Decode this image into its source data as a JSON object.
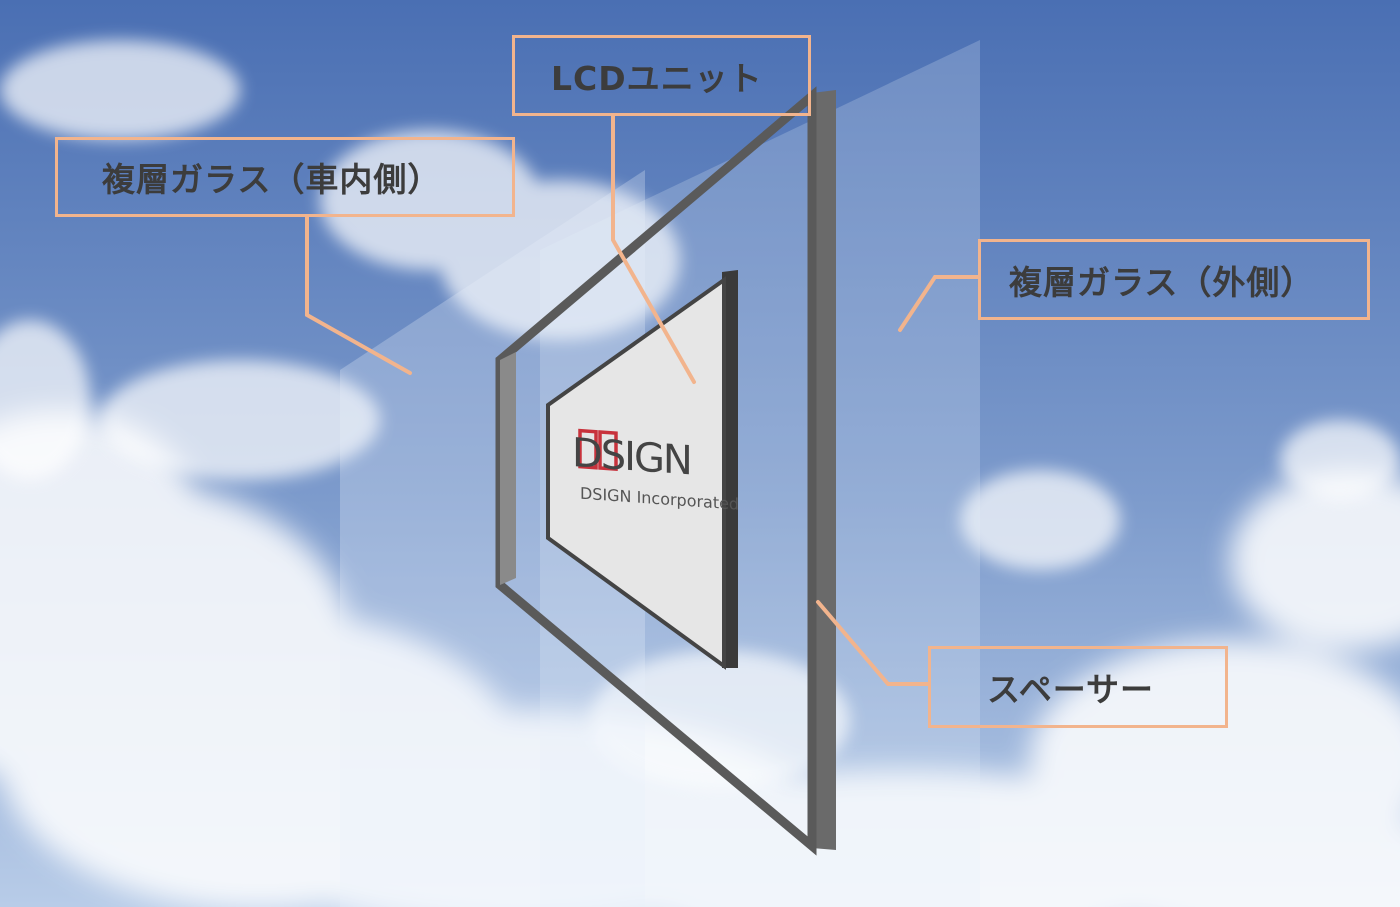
{
  "labels": {
    "inner_glass": "複層ガラス（車内側）",
    "lcd_unit": "LCDユニット",
    "outer_glass": "複層ガラス（外側）",
    "spacer": "スペーサー"
  },
  "logo": {
    "wordmark": "DSIGN",
    "company": "DSIGN Incorporated"
  },
  "colors": {
    "callout_border": "#f2b48d",
    "label_text": "#3c3c3c",
    "sky_top": "#4e72b5",
    "sky_bottom": "#b8cce8",
    "logo_red": "#c8323c",
    "frame_gray": "#5a5a5a"
  }
}
